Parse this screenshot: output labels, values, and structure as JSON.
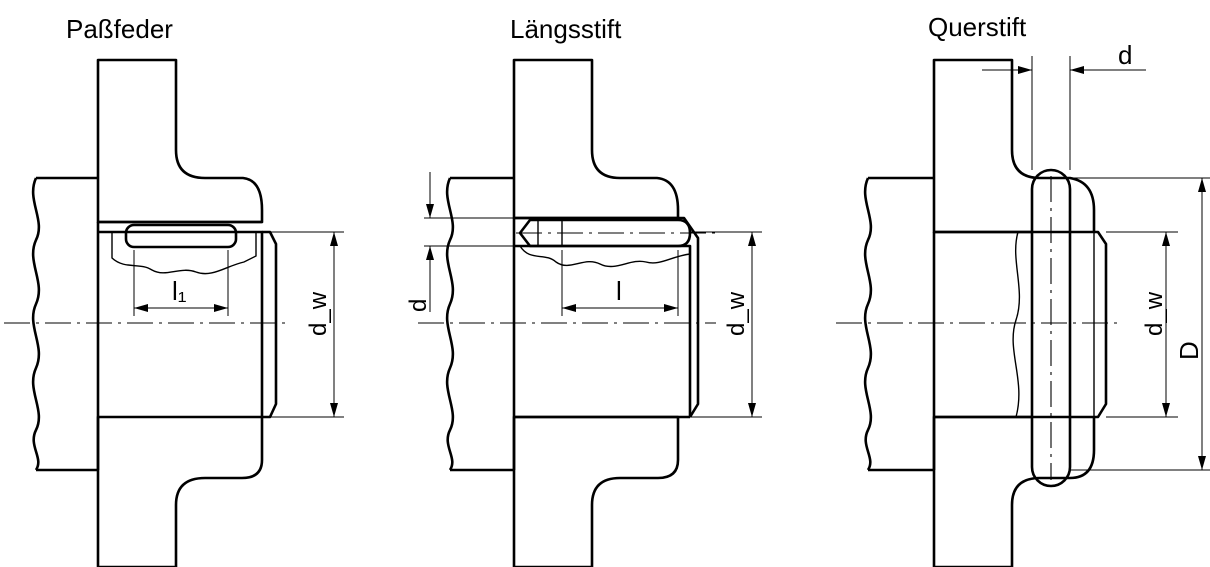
{
  "panels": [
    {
      "title": "Paßfeder",
      "dims": {
        "length": "l₁",
        "diameter": "d_w"
      }
    },
    {
      "title": "Längsstift",
      "dims": {
        "pin_diameter": "d",
        "length": "l",
        "diameter": "d_w"
      }
    },
    {
      "title": "Querstift",
      "dims": {
        "pin_diameter": "d",
        "diameter": "d_w",
        "outer_diameter": "D"
      }
    }
  ]
}
